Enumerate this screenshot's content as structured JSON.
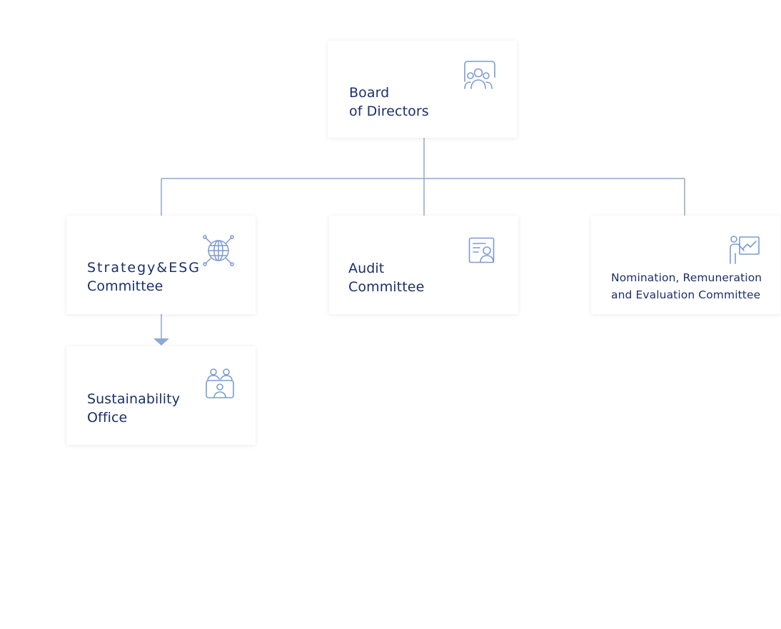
{
  "org_chart": {
    "board": {
      "line1": "Board",
      "line2": "of Directors",
      "icon": "people-group-icon"
    },
    "strategy": {
      "line1": "Strategy&ESG",
      "line2": "Committee",
      "icon": "globe-network-icon"
    },
    "audit": {
      "line1": "Audit",
      "line2": "Committee",
      "icon": "document-person-icon"
    },
    "nomination": {
      "line1": "Nomination, Remuneration",
      "line2": "and Evaluation Committee",
      "icon": "presenter-chart-icon"
    },
    "sustainability": {
      "line1": "Sustainability",
      "line2": "Office",
      "icon": "team-meeting-icon"
    }
  },
  "colors": {
    "text": "#1b2f6b",
    "icon": "#7a9bd0",
    "connector": "#8fa9cf"
  }
}
